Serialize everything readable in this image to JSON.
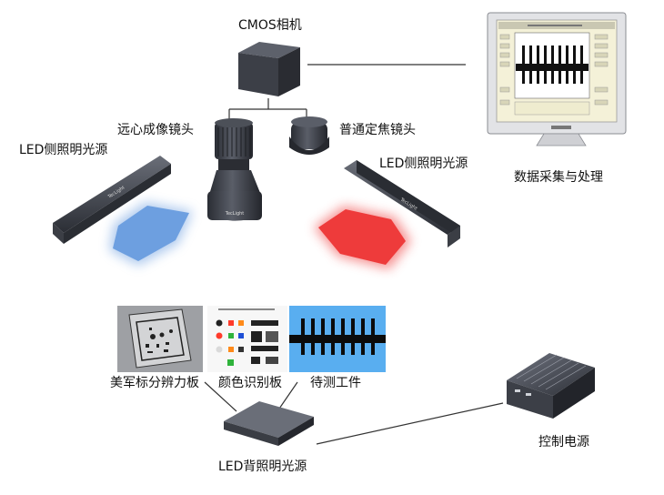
{
  "labels": {
    "camera": "CMOS相机",
    "telecentric_lens": "远心成像镜头",
    "ordinary_lens": "普通定焦镜头",
    "led_side_left": "LED侧照明光源",
    "led_side_right": "LED侧照明光源",
    "monitor": "数据采集与处理",
    "usaf_board": "美军标分辨力板",
    "color_board": "颜色识别板",
    "workpiece": "待测工件",
    "led_back": "LED背照明光源",
    "power": "控制电源"
  },
  "colors": {
    "blue_light": "#6d9fe0",
    "red_light": "#ee3b3b",
    "device_dark": "#3a3d45",
    "workpiece_bg": "#59aef0"
  },
  "icons": [
    "cmos-camera-icon",
    "telecentric-lens-icon",
    "fixed-focus-lens-icon",
    "led-bar-icon",
    "monitor-icon",
    "backlight-panel-icon",
    "power-supply-icon"
  ]
}
